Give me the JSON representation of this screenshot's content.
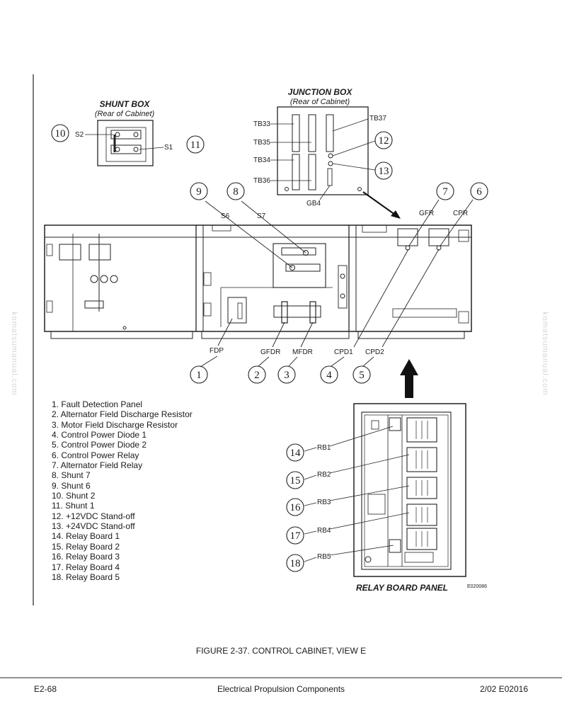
{
  "shunt_box": {
    "title": "SHUNT BOX",
    "subtitle": "(Rear of Cabinet)",
    "labels": [
      "S2",
      "S1"
    ]
  },
  "junction_box": {
    "title": "JUNCTION BOX",
    "subtitle": "(Rear of Cabinet)",
    "labels": [
      "TB33",
      "TB35",
      "TB34",
      "TB36",
      "TB37",
      "GB4"
    ]
  },
  "cabinet_labels": [
    "S6",
    "S7",
    "GFR",
    "CPR",
    "FDP",
    "GFDR",
    "MFDR",
    "CPD1",
    "CPD2"
  ],
  "relay_panel": {
    "title": "RELAY BOARD PANEL",
    "labels": [
      "RB1",
      "RB2",
      "RB3",
      "RB4",
      "RB5"
    ],
    "figure_code": "E020086"
  },
  "callouts": [
    "1",
    "2",
    "3",
    "4",
    "5",
    "6",
    "7",
    "8",
    "9",
    "10",
    "11",
    "12",
    "13",
    "14",
    "15",
    "16",
    "17",
    "18"
  ],
  "legend": [
    "1. Fault Detection Panel",
    "2. Alternator Field Discharge Resistor",
    "3. Motor Field Discharge Resistor",
    "4. Control Power Diode 1",
    "5. Control Power Diode 2",
    "6. Control Power Relay",
    "7. Alternator Field Relay",
    "8. Shunt 7",
    "9. Shunt 6",
    "10. Shunt 2",
    "11. Shunt 1",
    "12. +12VDC Stand-off",
    "13. +24VDC Stand-off",
    "14. Relay Board 1",
    "15. Relay Board 2",
    "16. Relay Board 3",
    "17. Relay Board 4",
    "18. Relay Board 5"
  ],
  "caption": "FIGURE 2-37. CONTROL CABINET, VIEW E",
  "footer": {
    "left": "E2-68",
    "center": "Electrical Propulsion Components",
    "right": "2/02  E02016"
  },
  "watermark": "komatsumanual.com"
}
